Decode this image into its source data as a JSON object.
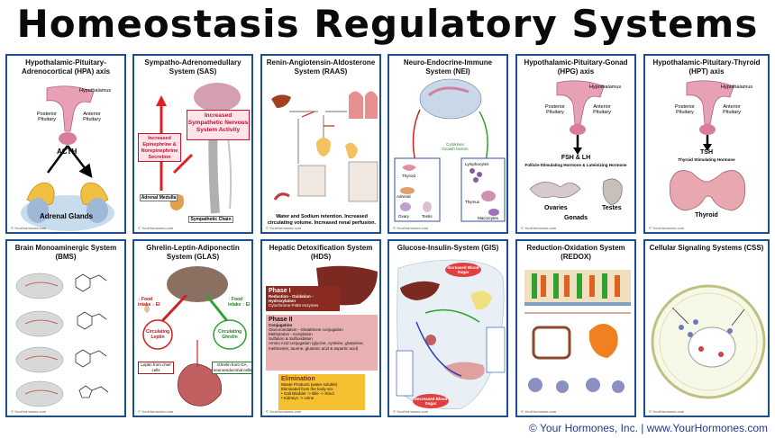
{
  "title": "Homeostasis Regulatory Systems",
  "copyright": "© Your Hormones, Inc. | www.YourHormones.com",
  "footer_small": "© YourHormones.com",
  "cards": [
    {
      "title": "Hypothalamic-Pituitary-Adrenocortical (HPA) axis",
      "labels": {
        "hypothalamus": "Hypothalamus",
        "posterior": "Posterior Pituitary",
        "anterior": "Anterior Pituitary",
        "hormone": "ACTH",
        "organ": "Adrenal Glands"
      }
    },
    {
      "title": "Sympatho-Adrenomedullary System (SAS)",
      "labels": {
        "box1": "Increased Sympathetic Nervous System Activity",
        "box2": "Increased Epinephrine & Norepinephrine Secretion",
        "medulla": "Adrenal Medulla",
        "chain": "Sympathetic Chain"
      }
    },
    {
      "title": "Renin-Angiotensin-Aldosterone System (RAAS)",
      "labels": {
        "caption": "Water and Sodium retention. Increased circulating volume. Increased renal perfusion."
      }
    },
    {
      "title": "Neuro-Endocrine-Immune System (NEI)",
      "labels": {
        "thyroid": "Thyroid",
        "adrenal": "Adrenal",
        "ovary": "Ovary",
        "testis": "Testis",
        "lympho": "Lymphocytes",
        "macro": "Macrocytes",
        "thymus": "Thymus",
        "cytokines": "Cytokines Growth factors"
      }
    },
    {
      "title": "Hypothalamic-Pituitary-Gonad (HPG) axis",
      "labels": {
        "hypothalamus": "Hypothalamus",
        "posterior": "Posterior Pituitary",
        "anterior": "Anterior Pituitary",
        "hormone": "FSH & LH",
        "sub": "Follicle-Stimulating Hormone & Luteinizing Hormone",
        "ovaries": "Ovaries",
        "testes": "Testes",
        "gonads": "Gonads"
      }
    },
    {
      "title": "Hypothalamic-Pituitary-Thyroid (HPT) axis",
      "labels": {
        "hypothalamus": "Hypothalamus",
        "posterior": "Posterior Pituitary",
        "anterior": "Anterior Pituitary",
        "hormone": "TSH",
        "sub": "Thyroid Stimulating Hormone",
        "organ": "Thyroid"
      }
    },
    {
      "title": "Brain Monoaminergic System (BMS)",
      "labels": {}
    },
    {
      "title": "Ghrelin-Leptin-Adiponectin System (GLAS)",
      "labels": {
        "food_down": "↓ Food intake ↓ EI",
        "food_up": "↑ Food intake ↑ EI",
        "leptin": "Circulating Leptin",
        "ghrelin": "Circulating Ghrelin",
        "leptin_src": "Leptin from chief cells",
        "ghrelin_src": "Ghrelin from GA, neuroendocrinal cells"
      }
    },
    {
      "title": "Hepatic Detoxification System (HDS)",
      "labels": {
        "p1": "Phase I",
        "p1a": "Reduction - Oxidation - Hydroxylation",
        "p1b": "Cytochrome P450 enzymes",
        "p2": "Phase II",
        "p2a": "Conjugation",
        "p2b": "Glucuronidation - Glutathione conjugation",
        "p2c": "Methylation - Acetylation",
        "p2d": "Sulfation & Sulfoxidation",
        "p2e": "Amino Acid conjugation (glycine, cysteine, glutamine, methionine, taurine, glutamic acid & aspartic acid)",
        "el": "Elimination",
        "el1": "Waste Products (water soluble)",
        "el2": "Eliminated from the body via:",
        "el3": "• Gall Bladder -> Bile -> Stool",
        "el4": "• Kidneys -> Urine"
      }
    },
    {
      "title": "Glucose-Insulin-System (GIS)",
      "labels": {
        "inc": "Increased Blood Sugar",
        "dec": "Decreased Blood Sugar"
      }
    },
    {
      "title": "Reduction-Oxidation System (REDOX)",
      "labels": {}
    },
    {
      "title": "Cellular Signaling Systems (CSS)",
      "labels": {}
    }
  ]
}
